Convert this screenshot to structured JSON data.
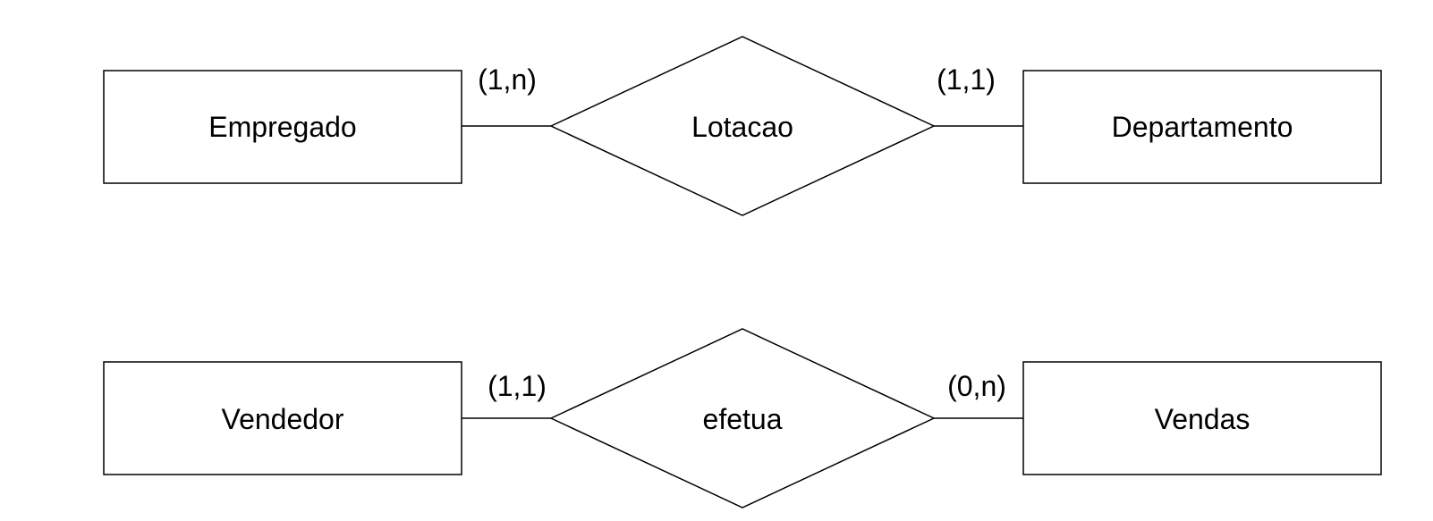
{
  "diagram": {
    "relationships": [
      {
        "left_entity": "Empregado",
        "relationship": "Lotacao",
        "right_entity": "Departamento",
        "left_cardinality": "(1,n)",
        "right_cardinality": "(1,1)"
      },
      {
        "left_entity": "Vendedor",
        "relationship": "efetua",
        "right_entity": "Vendas",
        "left_cardinality": "(1,1)",
        "right_cardinality": "(0,n)"
      }
    ]
  }
}
